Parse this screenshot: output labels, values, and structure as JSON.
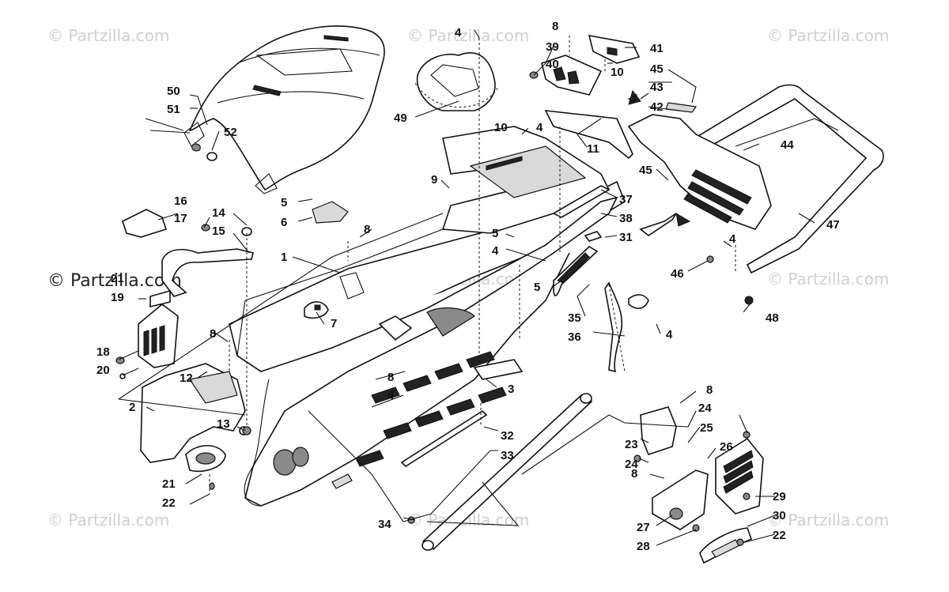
{
  "watermark": {
    "text": "© Partzilla.com",
    "highlight_text": "© Partzilla.com"
  },
  "callouts": [
    "1",
    "2",
    "3",
    "4",
    "5",
    "6",
    "7",
    "8",
    "9",
    "10",
    "11",
    "12",
    "13",
    "14",
    "15",
    "16",
    "17",
    "18",
    "19",
    "20",
    "21",
    "22",
    "23",
    "24",
    "25",
    "26",
    "27",
    "28",
    "29",
    "30",
    "31",
    "32",
    "33",
    "34",
    "35",
    "36",
    "37",
    "38",
    "39",
    "40",
    "41",
    "42",
    "43",
    "44",
    "45",
    "46",
    "47",
    "48",
    "49",
    "50",
    "51",
    "52"
  ],
  "overlap_label": "21"
}
